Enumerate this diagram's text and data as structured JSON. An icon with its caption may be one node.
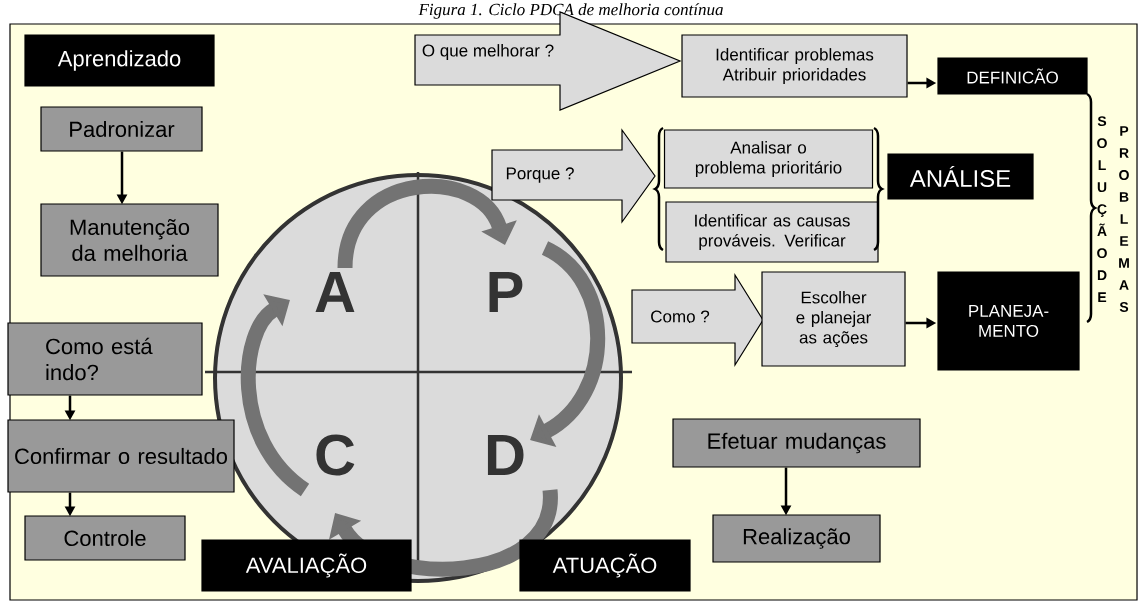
{
  "diagram": {
    "title": "Figura 1. Ciclo PDCA de melhoria contínua",
    "nodes": [
      {
        "text": [
          "Aprendizado"
        ]
      },
      {
        "text": [
          "Padronizar"
        ]
      },
      {
        "text": [
          "Manutenção da melhoria"
        ]
      },
      {
        "text": [
          "Como está indo?"
        ]
      },
      {
        "text": [
          "Confirmar o resultado"
        ]
      },
      {
        "text": [
          "Controle"
        ]
      },
      {
        "text": [
          "AVALIAÇÃO"
        ]
      },
      {
        "text": [
          "ATUAÇÃO"
        ]
      },
      {
        "text": [
          "Efetuar mudanças"
        ]
      },
      {
        "text": [
          "Realização"
        ]
      },
      {
        "text": [
          "O que melhorar ?"
        ]
      },
      {
        "text": [
          "Identificar problemas Atribuir prioridades"
        ]
      },
      {
        "text": [
          "DEFINICÃO"
        ]
      },
      {
        "text": [
          "Porque ?"
        ]
      },
      {
        "text": [
          "Analisar o problema prioritário"
        ]
      },
      {
        "text": [
          "Identificar as causas prováveis. Verificar"
        ]
      },
      {
        "text": [
          "ANÁLISE"
        ]
      },
      {
        "text": [
          "Como ?"
        ]
      },
      {
        "text": [
          "Escolher e planejar as ações"
        ]
      },
      {
        "text": [
          "PLANEJA- MENTO"
        ]
      },
      {
        "text": [
          "A",
          "P",
          "C",
          "D"
        ]
      }
    ],
    "edges": [
      {
        "from": 1,
        "to": 2,
        "arrow": "to"
      },
      {
        "from": 3,
        "to": 4,
        "arrow": "to"
      },
      {
        "from": 4,
        "to": 5,
        "arrow": "to"
      },
      {
        "from": 8,
        "to": 9,
        "arrow": "to"
      },
      {
        "from": 11,
        "to": 12,
        "arrow": "to"
      },
      {
        "from": 18,
        "to": 19,
        "arrow": "to"
      }
    ],
    "labels": [
      "SOLUÇÃO DE",
      "PROBLEMAS"
    ]
  }
}
